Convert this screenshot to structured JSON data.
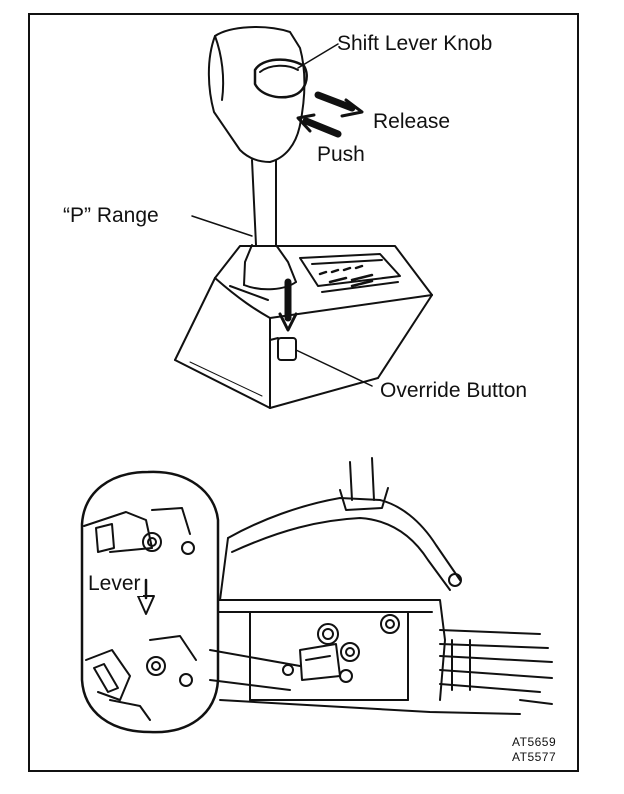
{
  "figure": {
    "labels": {
      "shift_lever_knob": "Shift Lever Knob",
      "release": "Release",
      "push": "Push",
      "p_range": "“P” Range",
      "override_button": "Override Button",
      "lever": "Lever"
    },
    "codes": [
      "AT5659",
      "AT5577"
    ]
  }
}
